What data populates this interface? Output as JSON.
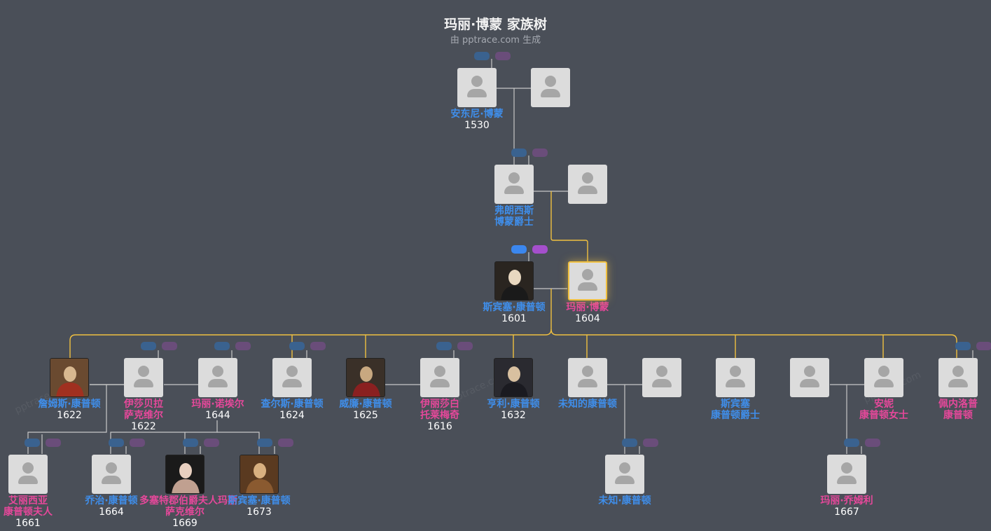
{
  "header": {
    "title": "玛丽·博蒙 家族树",
    "subtitle": "由 pptrace.com 生成"
  },
  "watermark": "pptrace.com",
  "colors": {
    "background": "#4a4f58",
    "male": "#3f8eea",
    "female": "#e5489a",
    "highlight_line": "#f0c040",
    "line": "#c8c8c8"
  },
  "people": {
    "anthony": {
      "name_lines": [
        "安东尼·博蒙"
      ],
      "year": "1530",
      "gender": "male"
    },
    "anthony_spouse": {
      "name_lines": [],
      "year": "",
      "gender": "unknown"
    },
    "francis": {
      "name_lines": [
        "弗朗西斯",
        "博蒙爵士"
      ],
      "year": "",
      "gender": "male"
    },
    "francis_spouse": {
      "name_lines": [],
      "year": "",
      "gender": "unknown"
    },
    "spencer": {
      "name_lines": [
        "斯宾塞·康普顿"
      ],
      "year": "1601",
      "gender": "male",
      "photo": "portrait-icon"
    },
    "mary": {
      "name_lines": [
        "玛丽·博蒙"
      ],
      "year": "1604",
      "gender": "female",
      "highlight": true
    },
    "james": {
      "name_lines": [
        "詹姆斯·康普顿"
      ],
      "year": "1622",
      "gender": "male",
      "photo": "portrait-icon"
    },
    "isabella": {
      "name_lines": [
        "伊莎贝拉",
        "萨克维尔"
      ],
      "year": "1622",
      "gender": "female"
    },
    "mary_noel": {
      "name_lines": [
        "玛丽·诺埃尔"
      ],
      "year": "1644",
      "gender": "female"
    },
    "charles": {
      "name_lines": [
        "查尔斯·康普顿"
      ],
      "year": "1624",
      "gender": "male"
    },
    "william": {
      "name_lines": [
        "威廉·康普顿"
      ],
      "year": "1625",
      "gender": "male",
      "photo": "portrait-icon"
    },
    "elizabeth": {
      "name_lines": [
        "伊丽莎白",
        "托莱梅奇"
      ],
      "year": "1616",
      "gender": "female"
    },
    "henry": {
      "name_lines": [
        "亨利·康普顿"
      ],
      "year": "1632",
      "gender": "male",
      "photo": "portrait-icon"
    },
    "unknown_compton": {
      "name_lines": [
        "未知的康普顿"
      ],
      "year": "",
      "gender": "male"
    },
    "unknown_spouse": {
      "name_lines": [],
      "year": "",
      "gender": "unknown"
    },
    "spencer_sir": {
      "name_lines": [
        "斯宾塞",
        "康普顿爵士"
      ],
      "year": "",
      "gender": "male"
    },
    "anne_spouse": {
      "name_lines": [],
      "year": "",
      "gender": "unknown"
    },
    "anne": {
      "name_lines": [
        "安妮",
        "康普顿女士"
      ],
      "year": "",
      "gender": "female"
    },
    "penelope": {
      "name_lines": [
        "佩内洛普",
        "康普顿"
      ],
      "year": "",
      "gender": "female"
    },
    "alicia": {
      "name_lines": [
        "艾丽西亚",
        "康普顿夫人"
      ],
      "year": "1661",
      "gender": "female"
    },
    "george": {
      "name_lines": [
        "乔治·康普顿"
      ],
      "year": "1664",
      "gender": "male"
    },
    "dorset": {
      "name_lines": [
        "多塞特郡伯爵夫人玛丽",
        "萨克维尔"
      ],
      "year": "1669",
      "gender": "female",
      "photo": "portrait-icon"
    },
    "spencer_1673": {
      "name_lines": [
        "斯宾塞·康普顿"
      ],
      "year": "1673",
      "gender": "male",
      "photo": "portrait-icon"
    },
    "unknown_son": {
      "name_lines": [
        "未知·康普顿"
      ],
      "year": "",
      "gender": "male"
    },
    "mary_jamie": {
      "name_lines": [
        "玛丽·乔姆利"
      ],
      "year": "1667",
      "gender": "female"
    }
  }
}
